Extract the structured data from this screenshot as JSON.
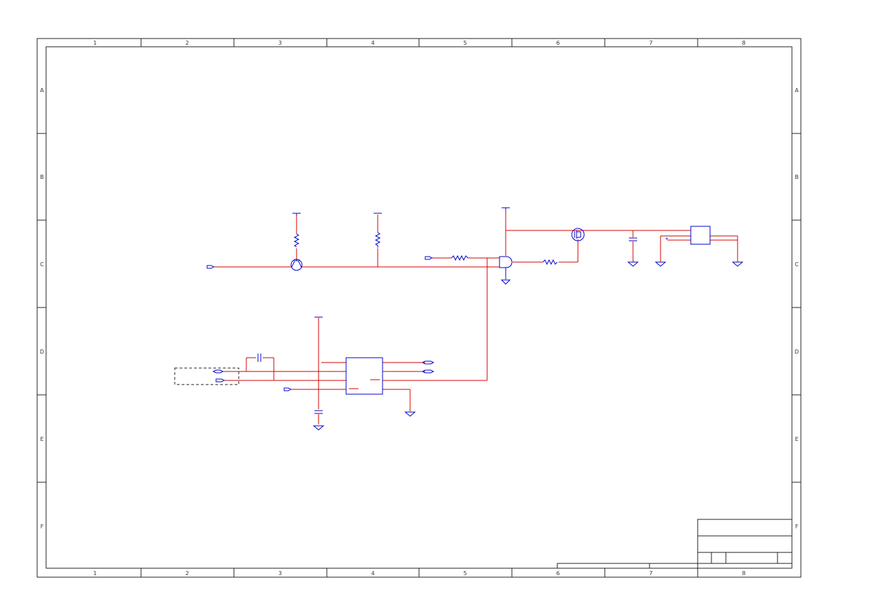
{
  "sheet": {
    "columns": [
      "1",
      "2",
      "3",
      "4",
      "5",
      "6",
      "7",
      "8"
    ],
    "rows": [
      "A",
      "B",
      "C",
      "D",
      "E",
      "F"
    ]
  },
  "colors": {
    "wire": "#d10000",
    "component": "#0000c8",
    "frame": "#222222",
    "background": "#ffffff"
  },
  "icons": {
    "power": "power-rail-icon",
    "ground": "ground-icon",
    "port": "port-connector-icon",
    "resistor": "resistor-icon",
    "capacitor": "capacitor-icon",
    "transistor": "transistor-icon",
    "mosfet": "mosfet-icon",
    "ic": "ic-block-icon"
  }
}
